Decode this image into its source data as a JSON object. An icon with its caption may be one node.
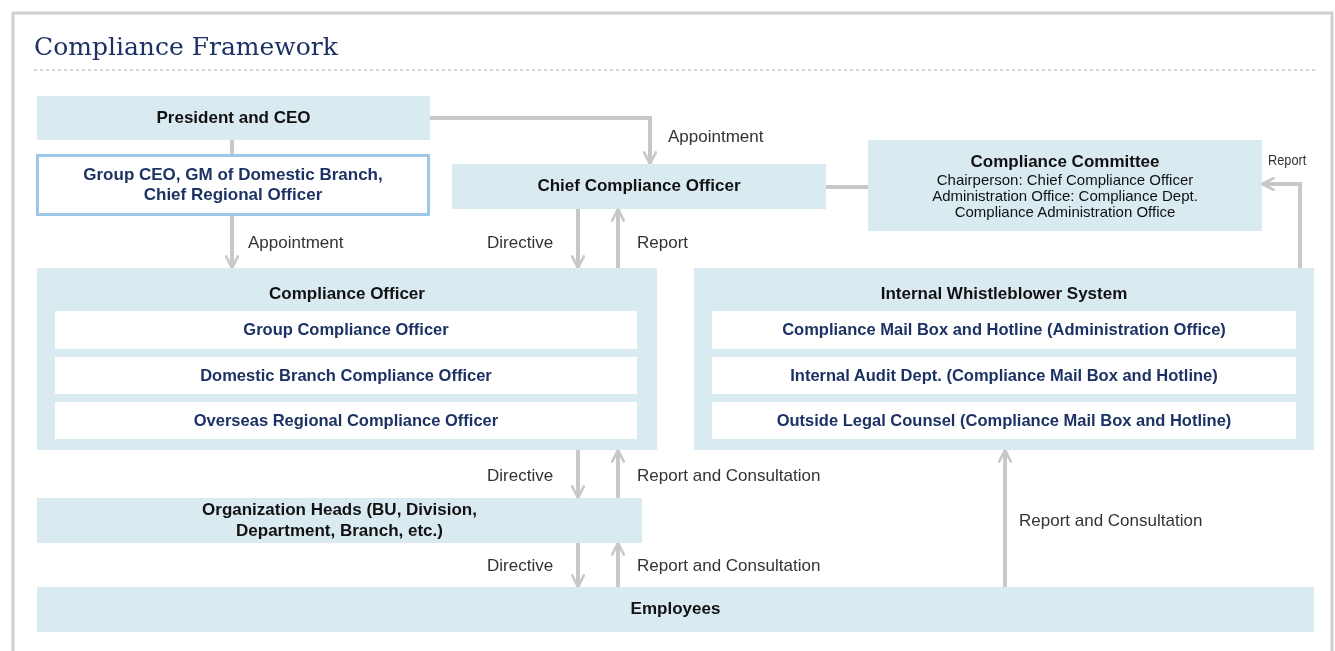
{
  "diagram": {
    "title": "Compliance Framework",
    "nodes": [
      {
        "text": [
          "President and CEO"
        ]
      },
      {
        "text": [
          "Group CEO, GM of Domestic Branch, Chief Regional Officer"
        ]
      },
      {
        "text": [
          "Chief Compliance Officer"
        ]
      },
      {
        "text": [
          "Compliance Committee",
          "Chairperson: Chief Compliance Officer",
          "Administration Office: Compliance Dept.",
          "Compliance Administration Office"
        ]
      },
      {
        "text": [
          "Compliance Officer"
        ]
      },
      {
        "text": [
          "Group Compliance Officer"
        ],
        "in": 4
      },
      {
        "text": [
          "Domestic Branch Compliance Officer"
        ],
        "in": 4
      },
      {
        "text": [
          "Overseas Regional Compliance Officer"
        ],
        "in": 4
      },
      {
        "text": [
          "Internal Whistleblower System"
        ]
      },
      {
        "text": [
          "Compliance Mail Box and Hotline (Administration Office)"
        ],
        "in": 8
      },
      {
        "text": [
          "Internal Audit Dept. (Compliance Mail Box and Hotline)"
        ],
        "in": 8
      },
      {
        "text": [
          "Outside Legal Counsel (Compliance Mail Box and Hotline)"
        ],
        "in": 8
      },
      {
        "text": [
          "Organization Heads (BU, Division, Department, Branch, etc.)"
        ]
      },
      {
        "text": [
          "Employees"
        ]
      }
    ],
    "edges": [
      {
        "from": 0,
        "to": 1,
        "arrow": "none"
      },
      {
        "from": 0,
        "to": 2,
        "arrow": "to",
        "label": "Appointment"
      },
      {
        "from": 1,
        "to": 4,
        "arrow": "to",
        "label": "Appointment"
      },
      {
        "from": 2,
        "to": 3,
        "arrow": "none"
      },
      {
        "from": 2,
        "to": 4,
        "arrow": "to",
        "label": "Directive"
      },
      {
        "from": 4,
        "to": 2,
        "arrow": "to",
        "label": "Report"
      },
      {
        "from": 8,
        "to": 3,
        "arrow": "to",
        "label": "Report"
      },
      {
        "from": 4,
        "to": 12,
        "arrow": "to",
        "label": "Directive"
      },
      {
        "from": 12,
        "to": 4,
        "arrow": "to",
        "label": "Report and Consultation"
      },
      {
        "from": 12,
        "to": 13,
        "arrow": "to",
        "label": "Directive"
      },
      {
        "from": 13,
        "to": 12,
        "arrow": "to",
        "label": "Report and Consultation"
      },
      {
        "from": 13,
        "to": 8,
        "arrow": "to",
        "label": "Report and Consultation"
      }
    ]
  }
}
